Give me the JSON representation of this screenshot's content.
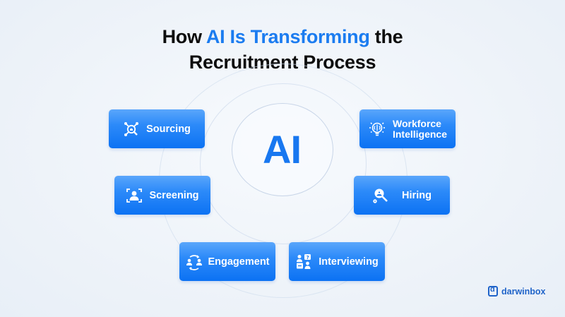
{
  "title": {
    "prefix": "How ",
    "highlight": "AI Is Transforming",
    "suffix": " the",
    "line2": "Recruitment Process",
    "highlight_color": "#1b7cf0"
  },
  "center": {
    "label": "AI",
    "color": "#1877f0"
  },
  "nodes": [
    {
      "id": "sourcing",
      "label": "Sourcing",
      "icon": "network-search-icon"
    },
    {
      "id": "workforce",
      "label_line1": "Workforce",
      "label_line2": "Intelligence",
      "icon": "brain-lightbulb-icon"
    },
    {
      "id": "screening",
      "label": "Screening",
      "icon": "user-scan-icon"
    },
    {
      "id": "hiring",
      "label": "Hiring",
      "icon": "user-magnifier-icon"
    },
    {
      "id": "engagement",
      "label": "Engagement",
      "icon": "users-sync-icon"
    },
    {
      "id": "interviewing",
      "label": "Interviewing",
      "icon": "interview-question-icon"
    }
  ],
  "node_color": "#1677f2",
  "brand": {
    "name": "darwinbox",
    "color": "#1f63c9"
  }
}
